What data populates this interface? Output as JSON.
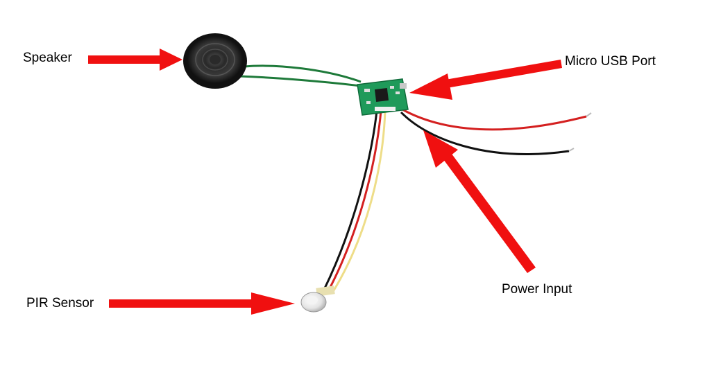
{
  "labels": {
    "speaker": "Speaker",
    "micro_usb_port": "Micro USB Port",
    "power_input": "Power Input",
    "pir_sensor": "PIR Sensor"
  },
  "colors": {
    "arrow": "#f01010",
    "wire_green": "#1e7a3a",
    "wire_red": "#d42020",
    "wire_black": "#111111",
    "wire_yellow": "#eedd88",
    "pcb": "#1f9a5a",
    "speaker_body": "#1a1a1a"
  },
  "icons": {
    "speaker": "speaker-icon",
    "board": "circuit-board-icon",
    "sensor": "pir-sensor-icon"
  }
}
